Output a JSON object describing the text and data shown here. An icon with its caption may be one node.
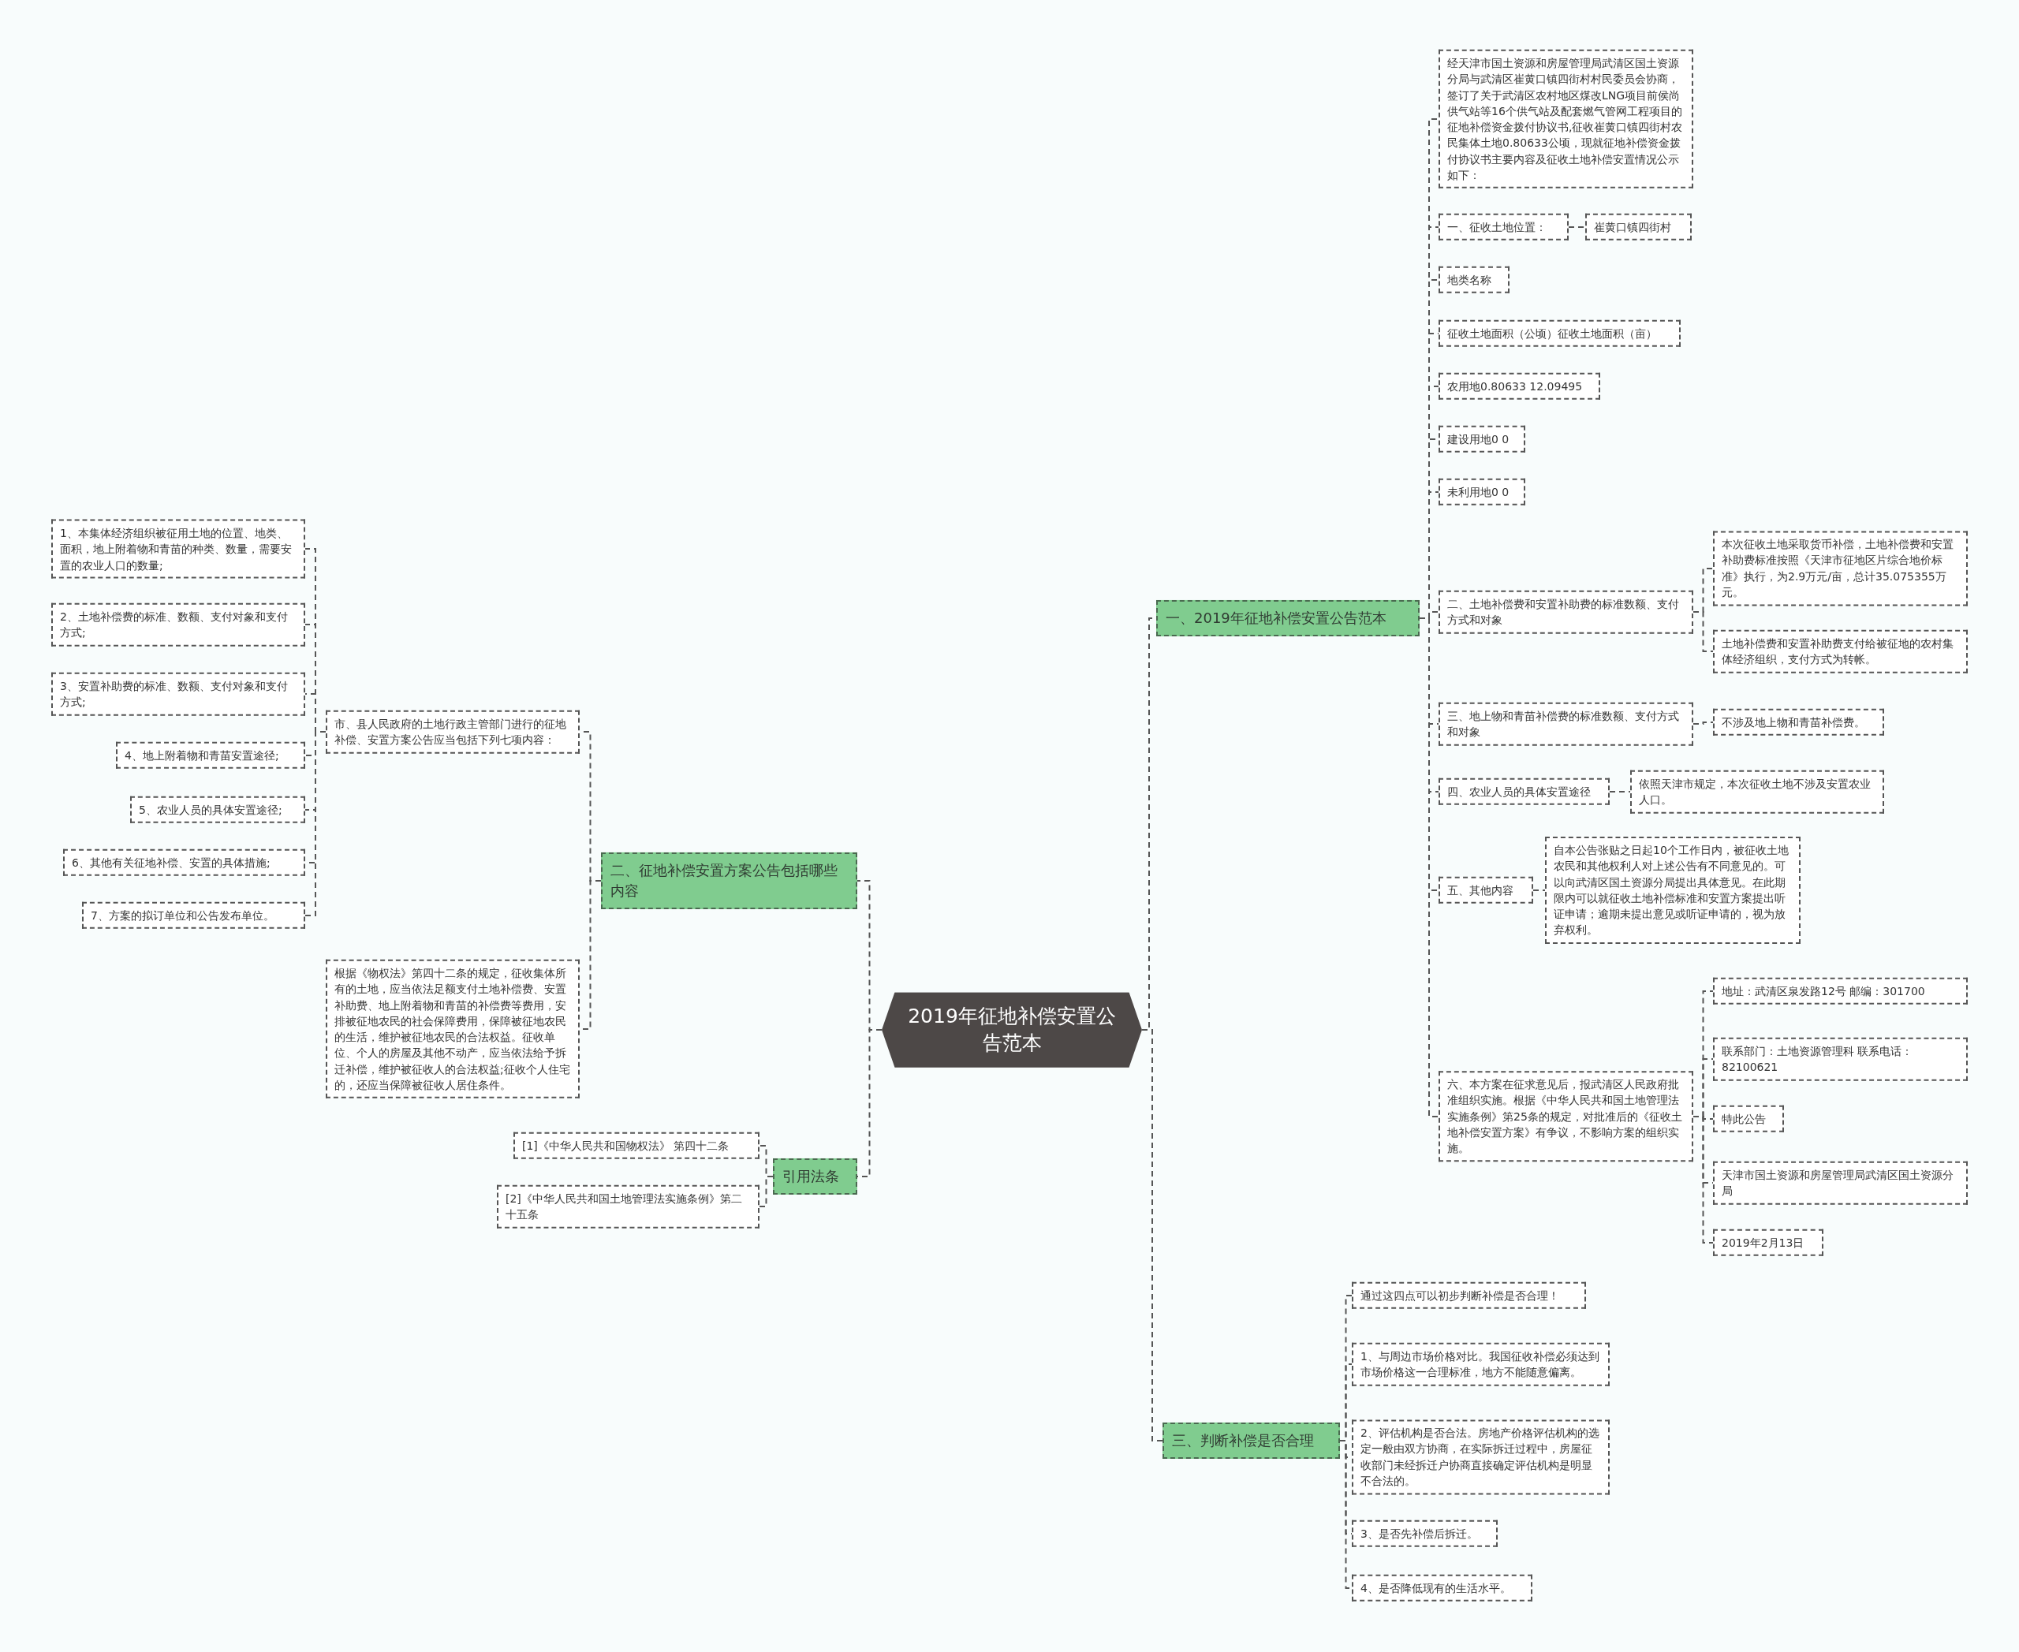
{
  "diagram": {
    "nodes": [
      {
        "text": [
          "2019年征地补偿安置公告范本"
        ]
      },
      {
        "text": [
          "一、2019年征地补偿安置公告范本"
        ]
      },
      {
        "text": [
          "经天津市国土资源和房屋管理局武清区国土资源分局与武清区崔黄口镇四街村村民委员会协商，签订了关于武清区农村地区煤改LNG项目前侯尚供气站等16个供气站及配套燃气管网工程项目的征地补偿资金拨付协议书,征收崔黄口镇四街村农民集体土地0.80633公顷，现就征地补偿资金拨付协议书主要内容及征收土地补偿安置情况公示如下："
        ]
      },
      {
        "text": [
          "一、征收土地位置："
        ]
      },
      {
        "text": [
          "崔黄口镇四街村"
        ]
      },
      {
        "text": [
          "地类名称"
        ]
      },
      {
        "text": [
          "征收土地面积（公顷）征收土地面积（亩）"
        ]
      },
      {
        "text": [
          "农用地0.80633 12.09495"
        ]
      },
      {
        "text": [
          "建设用地0 0"
        ]
      },
      {
        "text": [
          "未利用地0 0"
        ]
      },
      {
        "text": [
          "二、土地补偿费和安置补助费的标准数额、支付方式和对象"
        ]
      },
      {
        "text": [
          "本次征收土地采取货币补偿，土地补偿费和安置补助费标准按照《天津市征地区片综合地价标准》执行，为2.9万元/亩，总计35.075355万元。"
        ]
      },
      {
        "text": [
          "土地补偿费和安置补助费支付给被征地的农村集体经济组织，支付方式为转帐。"
        ]
      },
      {
        "text": [
          "三、地上物和青苗补偿费的标准数额、支付方式和对象"
        ]
      },
      {
        "text": [
          "不涉及地上物和青苗补偿费。"
        ]
      },
      {
        "text": [
          "四、农业人员的具体安置途径"
        ]
      },
      {
        "text": [
          "依照天津市规定，本次征收土地不涉及安置农业人口。"
        ]
      },
      {
        "text": [
          "五、其他内容"
        ]
      },
      {
        "text": [
          "自本公告张贴之日起10个工作日内，被征收土地农民和其他权利人对上述公告有不同意见的。可以向武清区国土资源分局提出具体意见。在此期限内可以就征收土地补偿标准和安置方案提出听证申请；逾期未提出意见或听证申请的，视为放弃权利。"
        ]
      },
      {
        "text": [
          "六、本方案在征求意见后，报武清区人民政府批准组织实施。根据《中华人民共和国土地管理法实施条例》第25条的规定，对批准后的《征收土地补偿安置方案》有争议，不影响方案的组织实施。"
        ]
      },
      {
        "text": [
          "地址：武清区泉发路12号 邮编：301700"
        ]
      },
      {
        "text": [
          "联系部门：土地资源管理科 联系电话：82100621"
        ]
      },
      {
        "text": [
          "特此公告"
        ]
      },
      {
        "text": [
          "天津市国土资源和房屋管理局武清区国土资源分局"
        ]
      },
      {
        "text": [
          "2019年2月13日"
        ]
      },
      {
        "text": [
          "三、判断补偿是否合理"
        ]
      },
      {
        "text": [
          "通过这四点可以初步判断补偿是否合理！"
        ]
      },
      {
        "text": [
          "1、与周边市场价格对比。我国征收补偿必须达到市场价格这一合理标准，地方不能随意偏离。"
        ]
      },
      {
        "text": [
          "2、评估机构是否合法。房地产价格评估机构的选定一般由双方协商，在实际拆迁过程中，房屋征收部门未经拆迁户协商直接确定评估机构是明显不合法的。"
        ]
      },
      {
        "text": [
          "3、是否先补偿后拆迁。"
        ]
      },
      {
        "text": [
          "4、是否降低现有的生活水平。"
        ]
      },
      {
        "text": [
          "二、征地补偿安置方案公告包括哪些内容"
        ]
      },
      {
        "text": [
          "市、县人民政府的土地行政主管部门进行的征地补偿、安置方案公告应当包括下列七项内容："
        ]
      },
      {
        "text": [
          "1、本集体经济组织被征用土地的位置、地类、面积，地上附着物和青苗的种类、数量，需要安置的农业人口的数量;"
        ]
      },
      {
        "text": [
          "2、土地补偿费的标准、数额、支付对象和支付方式;"
        ]
      },
      {
        "text": [
          "3、安置补助费的标准、数额、支付对象和支付方式;"
        ]
      },
      {
        "text": [
          "4、地上附着物和青苗安置途径;"
        ]
      },
      {
        "text": [
          "5、农业人员的具体安置途径;"
        ]
      },
      {
        "text": [
          "6、其他有关征地补偿、安置的具体措施;"
        ]
      },
      {
        "text": [
          "7、方案的拟订单位和公告发布单位。"
        ]
      },
      {
        "text": [
          "根据《物权法》第四十二条的规定，征收集体所有的土地，应当依法足额支付土地补偿费、安置补助费、地上附着物和青苗的补偿费等费用，安排被征地农民的社会保障费用，保障被征地农民的生活，维护被征地农民的合法权益。征收单位、个人的房屋及其他不动产，应当依法给予拆迁补偿，维护被征收人的合法权益;征收个人住宅的，还应当保障被征收人居住条件。"
        ]
      },
      {
        "text": [
          "引用法条"
        ]
      },
      {
        "text": [
          "[1]《中华人民共和国物权法》 第四十二条"
        ]
      },
      {
        "text": [
          "[2]《中华人民共和国土地管理法实施条例》第二十五条"
        ]
      }
    ],
    "edges": [
      {
        "from": 0,
        "to": 1,
        "arrow": "none"
      },
      {
        "from": 1,
        "to": 2,
        "arrow": "none"
      },
      {
        "from": 1,
        "to": 3,
        "arrow": "none"
      },
      {
        "from": 3,
        "to": 4,
        "arrow": "none"
      },
      {
        "from": 1,
        "to": 5,
        "arrow": "none"
      },
      {
        "from": 1,
        "to": 6,
        "arrow": "none"
      },
      {
        "from": 1,
        "to": 7,
        "arrow": "none"
      },
      {
        "from": 1,
        "to": 8,
        "arrow": "none"
      },
      {
        "from": 1,
        "to": 9,
        "arrow": "none"
      },
      {
        "from": 1,
        "to": 10,
        "arrow": "none"
      },
      {
        "from": 10,
        "to": 11,
        "arrow": "none"
      },
      {
        "from": 10,
        "to": 12,
        "arrow": "none"
      },
      {
        "from": 1,
        "to": 13,
        "arrow": "none"
      },
      {
        "from": 13,
        "to": 14,
        "arrow": "none"
      },
      {
        "from": 1,
        "to": 15,
        "arrow": "none"
      },
      {
        "from": 15,
        "to": 16,
        "arrow": "none"
      },
      {
        "from": 1,
        "to": 17,
        "arrow": "none"
      },
      {
        "from": 17,
        "to": 18,
        "arrow": "none"
      },
      {
        "from": 1,
        "to": 19,
        "arrow": "none"
      },
      {
        "from": 19,
        "to": 20,
        "arrow": "none"
      },
      {
        "from": 19,
        "to": 21,
        "arrow": "none"
      },
      {
        "from": 19,
        "to": 22,
        "arrow": "none"
      },
      {
        "from": 19,
        "to": 23,
        "arrow": "none"
      },
      {
        "from": 19,
        "to": 24,
        "arrow": "none"
      },
      {
        "from": 0,
        "to": 25,
        "arrow": "none"
      },
      {
        "from": 25,
        "to": 26,
        "arrow": "none"
      },
      {
        "from": 25,
        "to": 27,
        "arrow": "none"
      },
      {
        "from": 25,
        "to": 28,
        "arrow": "none"
      },
      {
        "from": 25,
        "to": 29,
        "arrow": "none"
      },
      {
        "from": 25,
        "to": 30,
        "arrow": "none"
      },
      {
        "from": 0,
        "to": 31,
        "arrow": "none"
      },
      {
        "from": 31,
        "to": 32,
        "arrow": "none"
      },
      {
        "from": 32,
        "to": 33,
        "arrow": "none"
      },
      {
        "from": 32,
        "to": 34,
        "arrow": "none"
      },
      {
        "from": 32,
        "to": 35,
        "arrow": "none"
      },
      {
        "from": 32,
        "to": 36,
        "arrow": "none"
      },
      {
        "from": 32,
        "to": 37,
        "arrow": "none"
      },
      {
        "from": 32,
        "to": 38,
        "arrow": "none"
      },
      {
        "from": 32,
        "to": 39,
        "arrow": "none"
      },
      {
        "from": 31,
        "to": 40,
        "arrow": "none"
      },
      {
        "from": 0,
        "to": 41,
        "arrow": "none"
      },
      {
        "from": 41,
        "to": 42,
        "arrow": "none"
      },
      {
        "from": 41,
        "to": 43,
        "arrow": "none"
      }
    ]
  }
}
